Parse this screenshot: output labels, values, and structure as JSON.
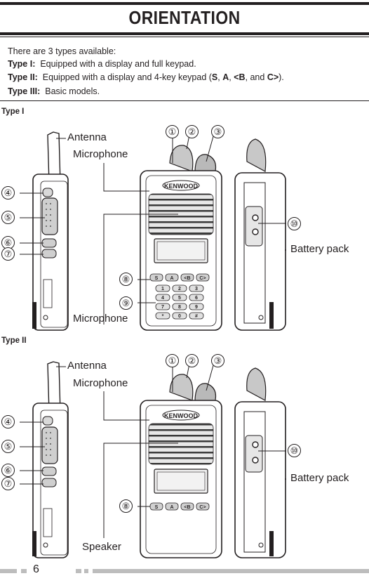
{
  "title": "ORIENTATION",
  "intro": {
    "line1": "There are 3 types available:",
    "type1": {
      "label": "Type I:",
      "text": "Equipped with a display and full keypad."
    },
    "type2": {
      "label": "Type II:",
      "text_a": "Equipped with a display and 4-key keypad (",
      "k1": "S",
      "c1": ", ",
      "k2": "A",
      "c2": ", ",
      "k3": "<B",
      "c3": ", and ",
      "k4": "C>",
      "c4": ")."
    },
    "type3": {
      "label": "Type III:",
      "text": "Basic models."
    }
  },
  "section1": {
    "heading": "Type I",
    "labels": {
      "antenna": "Antenna",
      "microphone_top": "Microphone",
      "microphone_bottom": "Microphone",
      "battery": "Battery pack"
    },
    "callouts": [
      "①",
      "②",
      "③",
      "④",
      "⑤",
      "⑥",
      "⑦",
      "⑧",
      "⑨",
      "⑩"
    ]
  },
  "section2": {
    "heading": "Type II",
    "labels": {
      "antenna": "Antenna",
      "microphone": "Microphone",
      "speaker": "Speaker",
      "battery": "Battery pack"
    },
    "callouts": [
      "①",
      "②",
      "③",
      "④",
      "⑤",
      "⑥",
      "⑦",
      "⑧",
      "⑩"
    ]
  },
  "brand": "KENWOOD",
  "keypad_full": [
    "S",
    "A",
    "<B",
    "C>",
    "1",
    "2",
    "3",
    "4",
    "5",
    "6",
    "7",
    "8",
    "9",
    "*",
    "0",
    "#"
  ],
  "keypad_4": [
    "S",
    "A",
    "<B",
    "C>"
  ],
  "page_number": "6"
}
